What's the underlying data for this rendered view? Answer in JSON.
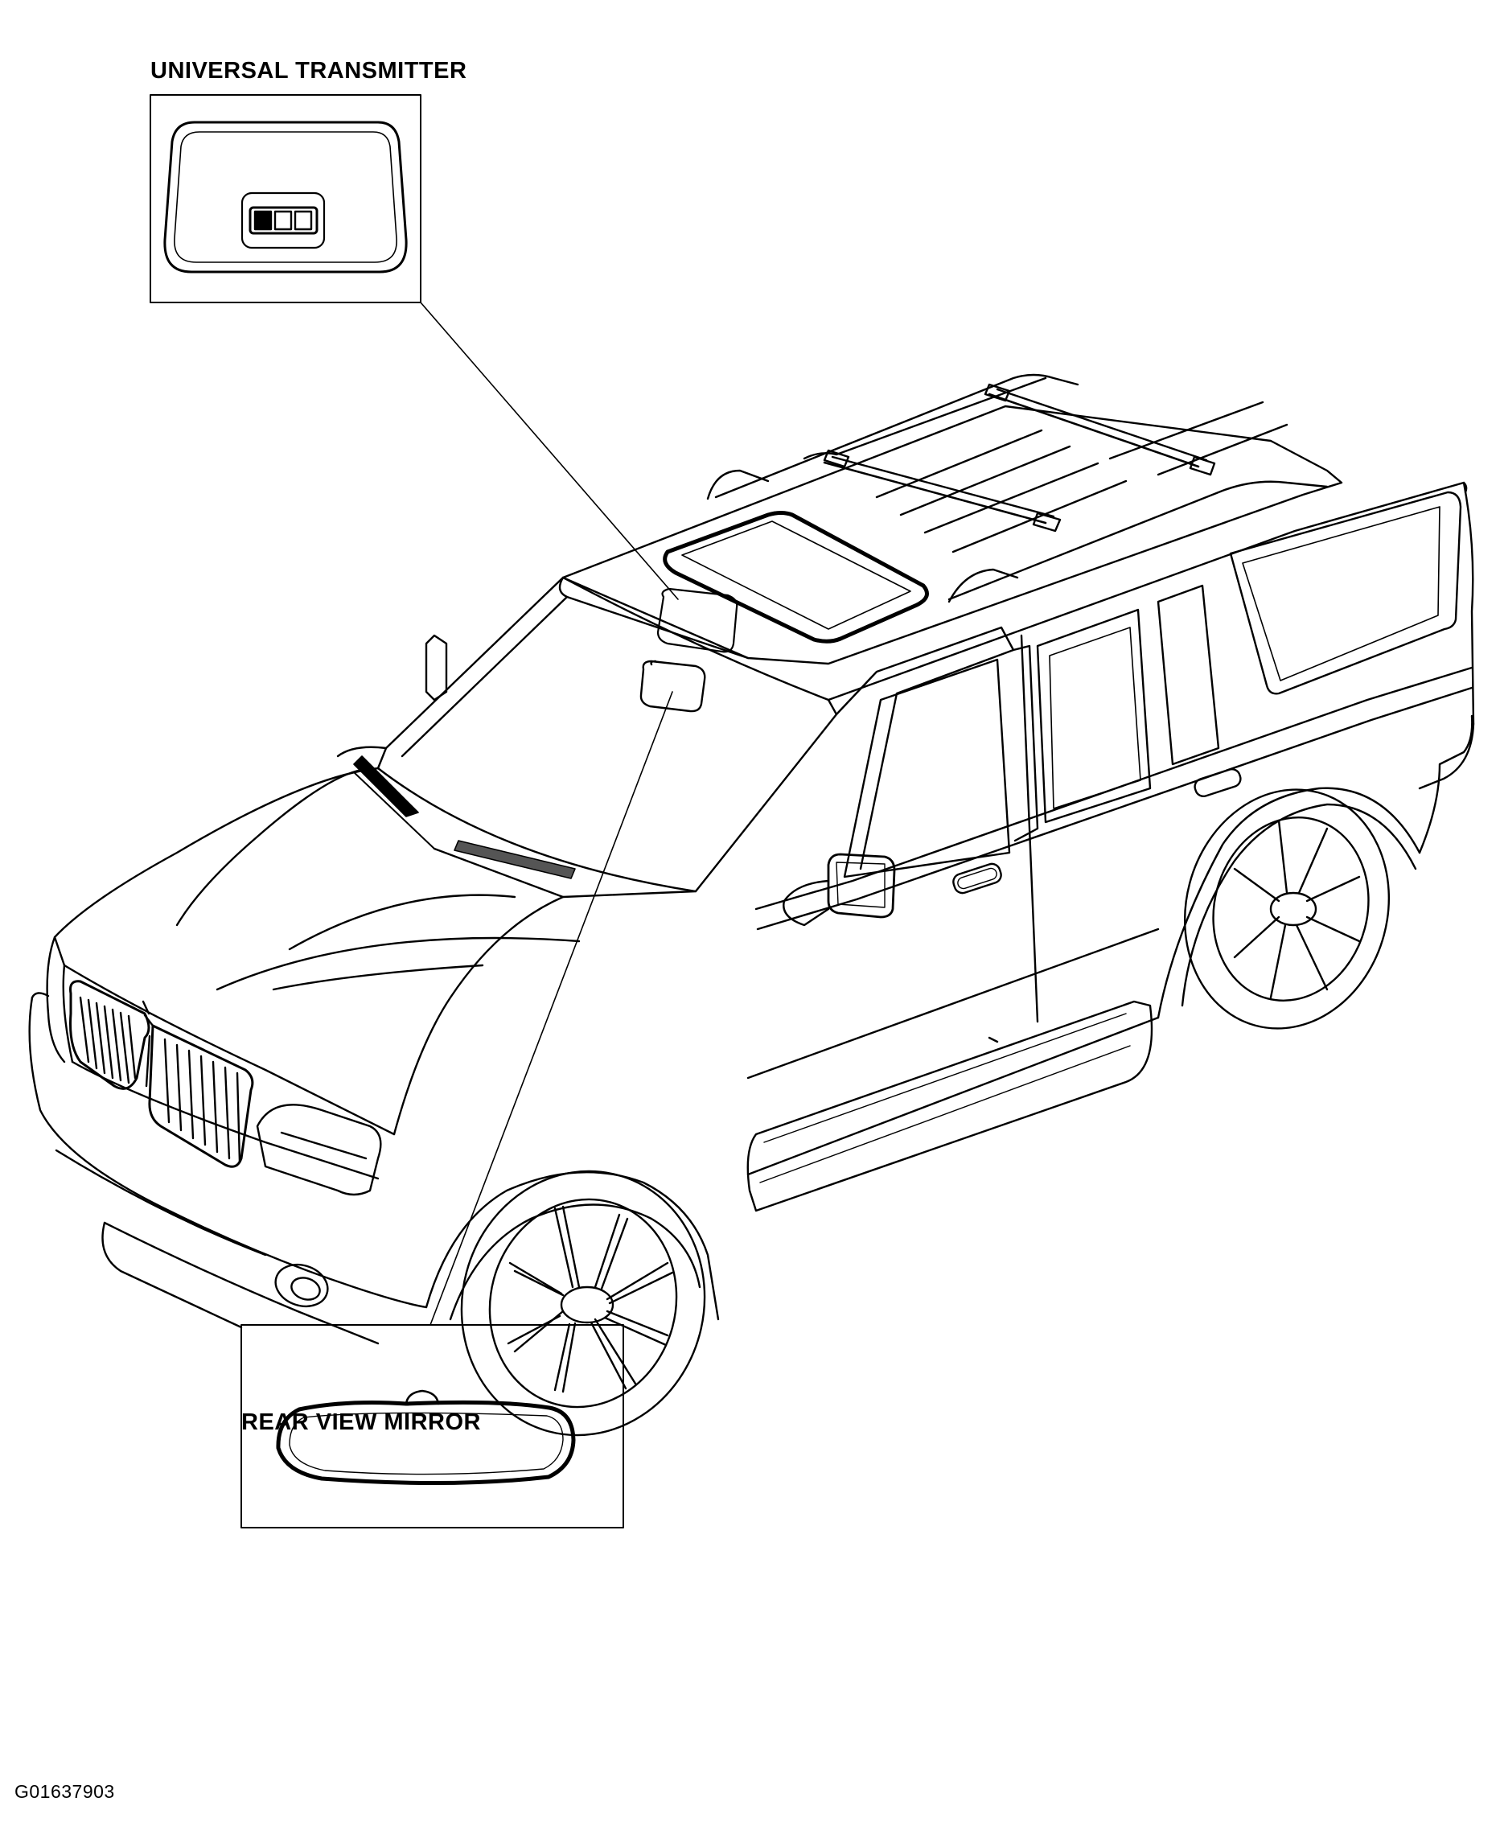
{
  "labels": {
    "universal_transmitter": "UNIVERSAL TRANSMITTER",
    "rear_view_mirror": "REAR VIEW MIRROR",
    "figure_id": "G01637903"
  },
  "colors": {
    "line": "#000000",
    "background": "#ffffff"
  }
}
